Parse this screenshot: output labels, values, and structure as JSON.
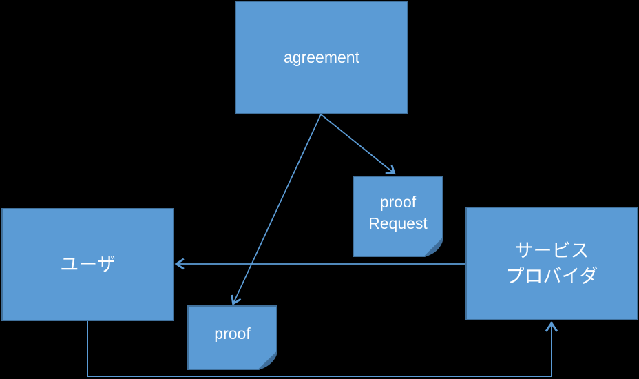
{
  "diagram": {
    "background_color": "#000000",
    "colors": {
      "shape_fill": "#5B9BD5",
      "shape_border": "#41719C",
      "connector": "#5B9BD5",
      "label_text": "#FFFFFF",
      "note_fold": "#3E6D9C"
    },
    "nodes": {
      "agreement": {
        "shape": "rectangle",
        "label": "agreement"
      },
      "user": {
        "shape": "rectangle",
        "label": "ユーザ"
      },
      "service_provider": {
        "shape": "rectangle",
        "label": "サービス\nプロバイダ"
      },
      "proof_request": {
        "shape": "folded-note",
        "label": "proof\nRequest"
      },
      "proof": {
        "shape": "folded-note",
        "label": "proof"
      }
    },
    "edges": [
      {
        "from": "agreement",
        "to": "proof_request",
        "style": "straight-arrow"
      },
      {
        "from": "agreement",
        "to": "proof",
        "style": "straight-arrow"
      },
      {
        "from": "service_provider",
        "to": "user",
        "style": "straight-arrow"
      },
      {
        "from": "user",
        "to": "service_provider",
        "style": "elbow-arrow-bottom"
      }
    ]
  }
}
